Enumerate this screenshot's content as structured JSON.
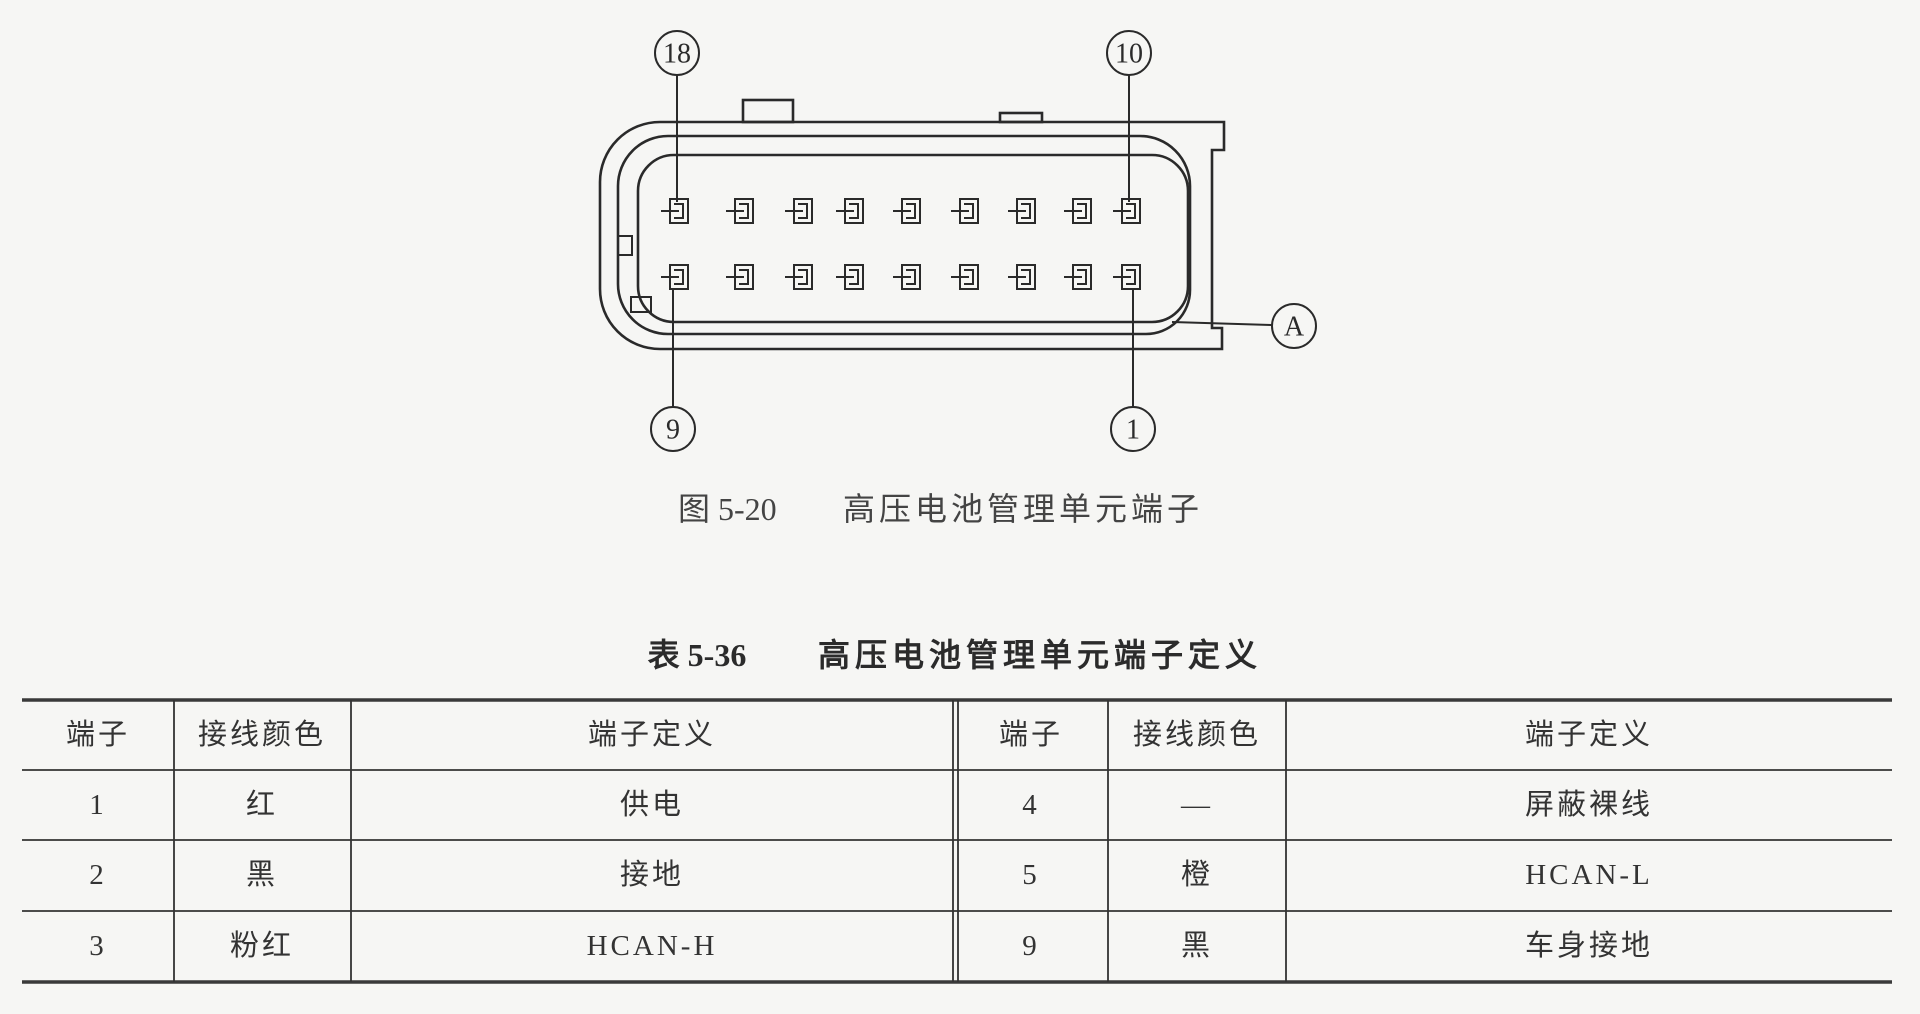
{
  "figure": {
    "callouts": {
      "top_left": "18",
      "top_right": "10",
      "bottom_left": "9",
      "bottom_right": "1",
      "side": "A"
    },
    "caption_number": "图 5-20",
    "caption_text": "高压电池管理单元端子"
  },
  "table": {
    "title_number": "表 5-36",
    "title_text": "高压电池管理单元端子定义",
    "headers": [
      "端子",
      "接线颜色",
      "端子定义",
      "端子",
      "接线颜色",
      "端子定义"
    ],
    "rows": [
      [
        "1",
        "红",
        "供电",
        "4",
        "—",
        "屏蔽裸线"
      ],
      [
        "2",
        "黑",
        "接地",
        "5",
        "橙",
        "HCAN-L"
      ],
      [
        "3",
        "粉红",
        "HCAN-H",
        "9",
        "黑",
        "车身接地"
      ]
    ]
  }
}
